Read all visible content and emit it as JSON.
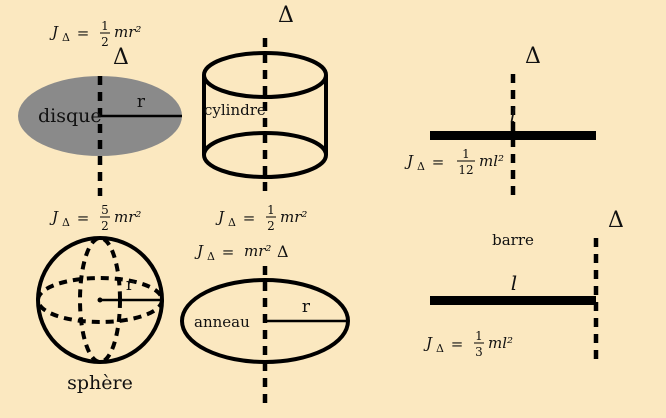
{
  "axis_symbol": "Δ",
  "disque": {
    "name": "disque",
    "radius_label": "r",
    "formula": {
      "lhs": "J",
      "sub": "Δ",
      "eq": " = ",
      "num": "1",
      "den": "2",
      "rest": "mr²"
    },
    "fill_color": "#8a8a8a"
  },
  "cylindre": {
    "name": "cylindre",
    "formula": {
      "lhs": "J",
      "sub": "Δ",
      "eq": " = ",
      "num": "1",
      "den": "2",
      "rest": "mr²"
    }
  },
  "sphere": {
    "name": "sphère",
    "radius_label": "r",
    "formula": {
      "lhs": "J",
      "sub": "Δ",
      "eq": " = ",
      "num": "5",
      "den": "2",
      "rest": "mr²"
    }
  },
  "anneau": {
    "name": "anneau",
    "radius_label": "r",
    "formula": {
      "lhs": "J",
      "sub": "Δ",
      "eq": " = ",
      "rest": "mr²"
    }
  },
  "barre_centre": {
    "length_label": "l",
    "formula": {
      "lhs": "J",
      "sub": "Δ",
      "eq": " = ",
      "num": "1",
      "den": "12",
      "rest": "ml²"
    }
  },
  "barre_bout": {
    "name": "barre",
    "length_label": "l",
    "formula": {
      "lhs": "J",
      "sub": "Δ",
      "eq": " = ",
      "num": "1",
      "den": "3",
      "rest": "ml²"
    }
  }
}
